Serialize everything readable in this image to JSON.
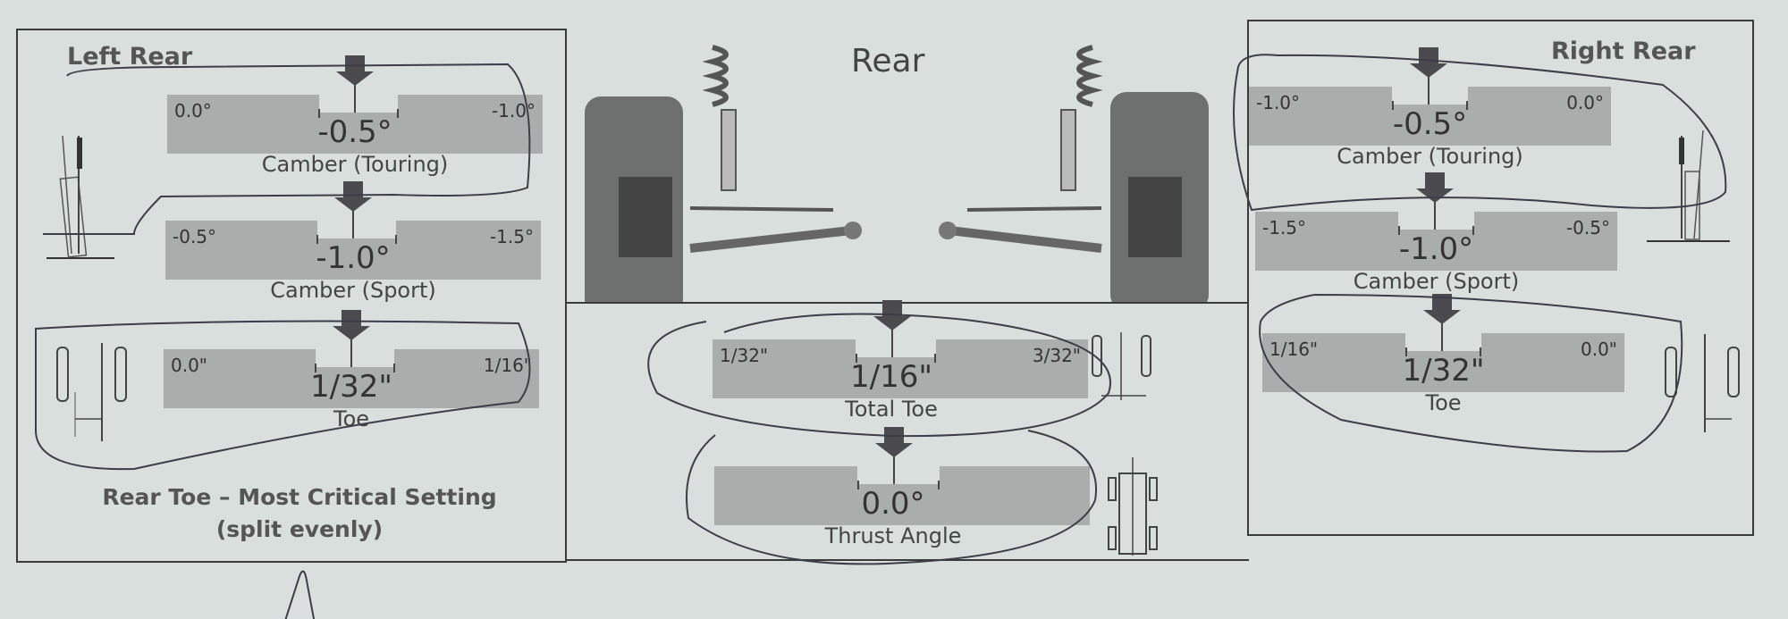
{
  "left_panel": {
    "title": "Left Rear",
    "gauges": [
      {
        "label": "Camber (Touring)",
        "value": "-0.5°",
        "min": "0.0°",
        "max": "-1.0°"
      },
      {
        "label": "Camber (Sport)",
        "value": "-1.0°",
        "min": "-0.5°",
        "max": "-1.5°"
      },
      {
        "label": "Toe",
        "value": "1/32\"",
        "min": "0.0\"",
        "max": "1/16\""
      }
    ],
    "note_line1": "Rear Toe – Most Critical Setting",
    "note_line2": "(split evenly)"
  },
  "center_panel": {
    "title": "Rear",
    "gauges": [
      {
        "label": "Total Toe",
        "value": "1/16\"",
        "min": "1/32\"",
        "max": "3/32\""
      },
      {
        "label": "Thrust Angle",
        "value": "0.0°",
        "min": "",
        "max": ""
      }
    ]
  },
  "right_panel": {
    "title": "Right Rear",
    "gauges": [
      {
        "label": "Camber (Touring)",
        "value": "-0.5°",
        "min": "-1.0°",
        "max": "0.0°"
      },
      {
        "label": "Camber (Sport)",
        "value": "-1.0°",
        "min": "-1.5°",
        "max": "-0.5°"
      },
      {
        "label": "Toe",
        "value": "1/32\"",
        "min": "1/16\"",
        "max": "0.0\""
      }
    ]
  },
  "colors": {
    "paper": "#d9dfdc",
    "bar": "#a9adab",
    "ink": "#3a3a3a",
    "arrow": "#4a4a4f"
  }
}
